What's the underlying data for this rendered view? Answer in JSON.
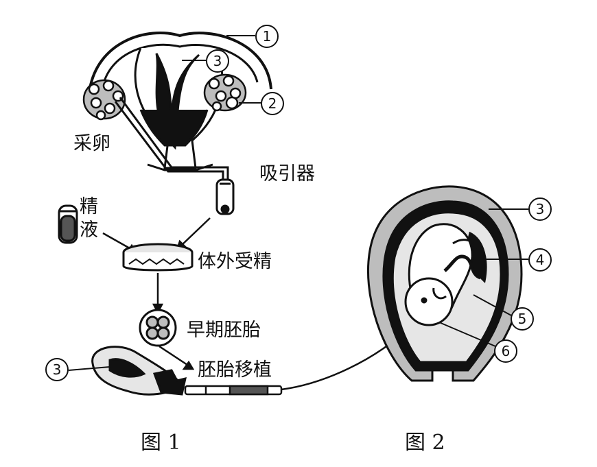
{
  "figure1": {
    "caption": "图 1",
    "labels": {
      "egg_collection": "采卵",
      "aspirator": "吸引器",
      "semen": "精液",
      "ivf": "体外受精",
      "early_embryo": "早期胚胎",
      "embryo_transfer": "胚胎移植"
    },
    "markers": {
      "m1": "1",
      "m3_top": "3",
      "m2": "2",
      "m3_bottom": "3"
    }
  },
  "figure2": {
    "caption": "图 2",
    "markers": {
      "m3": "3",
      "m4": "4",
      "m5": "5",
      "m6": "6"
    }
  },
  "colors": {
    "ink": "#111111",
    "light_fill": "#e6e6e6",
    "mid_fill": "#bdbdbd"
  }
}
